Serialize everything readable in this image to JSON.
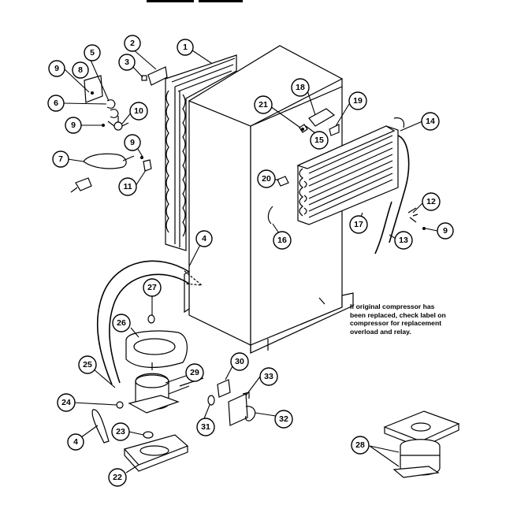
{
  "note": {
    "line1": "If original compressor has",
    "line2": "been replaced, check label on",
    "line3": "compressor for replacement",
    "line4": "overload and relay."
  },
  "callouts": {
    "c1": "1",
    "c2": "2",
    "c3": "3",
    "c4a": "4",
    "c4b": "4",
    "c5": "5",
    "c6": "6",
    "c7": "7",
    "c8": "8",
    "c9a": "9",
    "c9b": "9",
    "c9c": "9",
    "c9d": "9",
    "c10": "10",
    "c11": "11",
    "c12": "12",
    "c13": "13",
    "c14": "14",
    "c15": "15",
    "c16": "16",
    "c17": "17",
    "c18": "18",
    "c19": "19",
    "c20": "20",
    "c21": "21",
    "c22": "22",
    "c23": "23",
    "c24": "24",
    "c25": "25",
    "c26": "26",
    "c27": "27",
    "c28": "28",
    "c29": "29",
    "c30": "30",
    "c31": "31",
    "c32": "32",
    "c33": "33"
  }
}
